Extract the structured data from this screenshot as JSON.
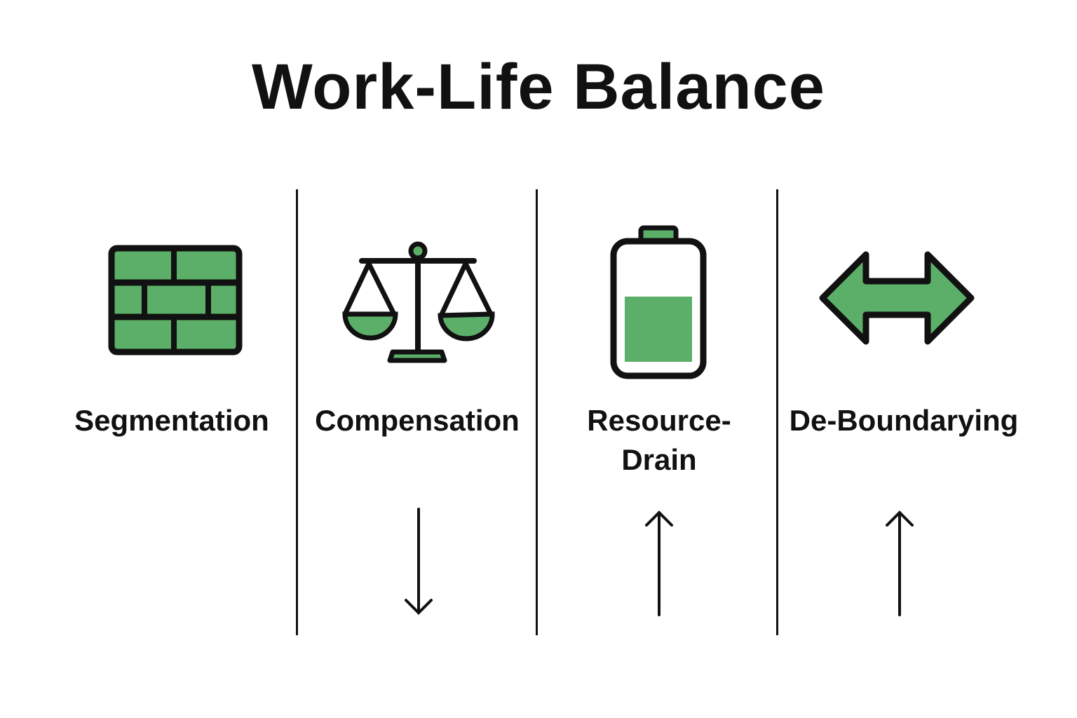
{
  "title": "Work-Life Balance",
  "colors": {
    "accent": "#5BAF68",
    "stroke": "#111111",
    "background": "#ffffff"
  },
  "columns": [
    {
      "label": "Segmentation",
      "icon": "brick-wall-icon",
      "trend": "none"
    },
    {
      "label": "Compensation",
      "icon": "balance-scale-icon",
      "trend": "down-arrow"
    },
    {
      "label": "Resource-\nDrain",
      "label_line1": "Resource-",
      "label_line2": "Drain",
      "icon": "battery-half-icon",
      "trend": "up-arrow"
    },
    {
      "label": "De-Boundarying",
      "icon": "double-arrow-icon",
      "trend": "up-arrow"
    }
  ]
}
